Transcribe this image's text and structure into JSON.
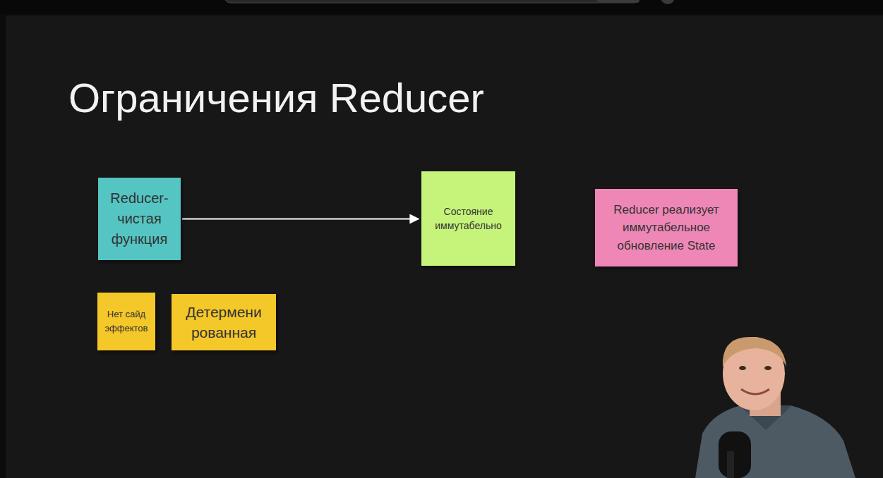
{
  "diagram": {
    "title": "Ограничения Reducer",
    "nodes": [
      {
        "text": [
          "Reducer- чистая функция"
        ]
      },
      {
        "text": [
          "Состояние иммутабельно"
        ]
      },
      {
        "text": [
          "Reducer реализует иммутабельное обновление State"
        ]
      },
      {
        "text": [
          "Нет сайд эффектов"
        ]
      },
      {
        "text": [
          "Детермени рованная"
        ]
      }
    ],
    "edges": [
      {
        "from": 0,
        "to": 1,
        "arrow": "to"
      }
    ]
  }
}
